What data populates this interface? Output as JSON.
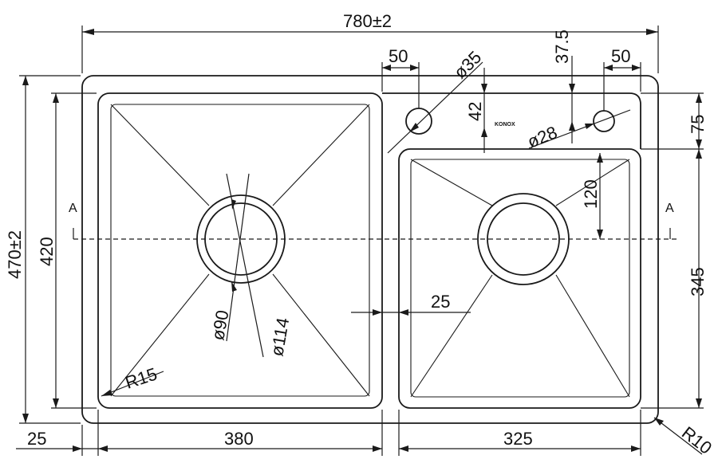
{
  "dimensions": {
    "overall_width": "780±2",
    "overall_height": "470±2",
    "inner_height": "420",
    "flange": "25",
    "left_bowl_width": "380",
    "right_bowl_width": "325",
    "bowl_gap": "25",
    "hole_offset_left": "50",
    "hole_offset_right": "50",
    "hole_diameter_large": "ø35",
    "hole_diameter_small": "ø28",
    "hole_offset_top": "37.5",
    "hole_height": "42",
    "right_bowl_top": "75",
    "right_drain_offset": "120",
    "right_lower": "345",
    "drain_inner": "ø90",
    "drain_outer": "ø114",
    "corner_radius_inner": "R15",
    "corner_radius_outer": "R10"
  },
  "section_markers": {
    "left": "A",
    "right": "A"
  },
  "brand_text": "KONOX"
}
